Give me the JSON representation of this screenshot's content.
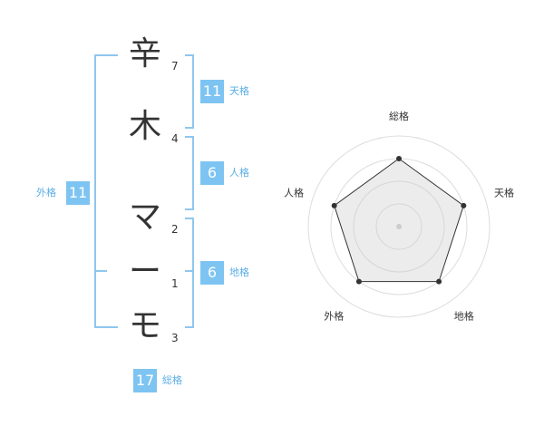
{
  "name_chars": [
    {
      "char": "辛",
      "strokes": "7"
    },
    {
      "char": "木",
      "strokes": "4"
    },
    {
      "char": "マ",
      "strokes": "2"
    },
    {
      "char": "ー",
      "strokes": "1"
    },
    {
      "char": "モ",
      "strokes": "3"
    }
  ],
  "fortunes": {
    "tenkaku": {
      "value": "11",
      "label": "天格"
    },
    "jinkaku": {
      "value": "6",
      "label": "人格"
    },
    "chikaku": {
      "value": "6",
      "label": "地格"
    },
    "gaikaku": {
      "value": "11",
      "label": "外格"
    },
    "soukaku": {
      "value": "17",
      "label": "総格"
    }
  },
  "colors": {
    "accent": "#7ec4f2",
    "bracket": "#8fc6ee",
    "text": "#333333"
  },
  "chart_data": {
    "type": "radar",
    "axes": [
      "総格",
      "天格",
      "地格",
      "外格",
      "人格"
    ],
    "values": [
      0.75,
      0.75,
      0.75,
      0.75,
      0.75
    ],
    "rings": 4
  }
}
